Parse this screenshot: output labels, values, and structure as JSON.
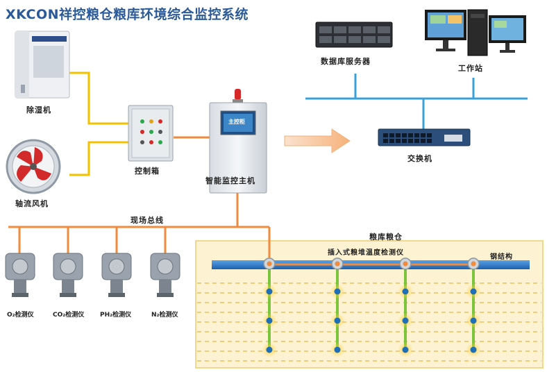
{
  "title": "XKCON祥控粮仓粮库环境综合监控系统",
  "labels": {
    "dehumidifier": "除湿机",
    "fan": "轴流风机",
    "control_box": "控制箱",
    "host": "智能监控主机",
    "host_screen": "主控柜",
    "db_server": "数据库服务器",
    "workstation": "工作站",
    "switch": "交换机",
    "field_bus": "现场总线",
    "granary": "粮库粮仓",
    "probe": "插入式粮堆温度检测仪",
    "steel": "钢结构"
  },
  "detectors": [
    {
      "label": "O₂检测仪"
    },
    {
      "label": "CO₂检测仪"
    },
    {
      "label": "PH₂检测仪"
    },
    {
      "label": "N₂检测仪"
    }
  ],
  "colors": {
    "title": "#2a5a9a",
    "yellow_link": "#f2c200",
    "orange_link": "#f08a3c",
    "network": "#3aa0d8",
    "granary_bg": "#fdf3d2",
    "granary_border": "#f0d890",
    "steel_beam": "#2f7fd0",
    "probe_green": "#7cc43c",
    "sensor_dot": "#1e6fb8"
  }
}
